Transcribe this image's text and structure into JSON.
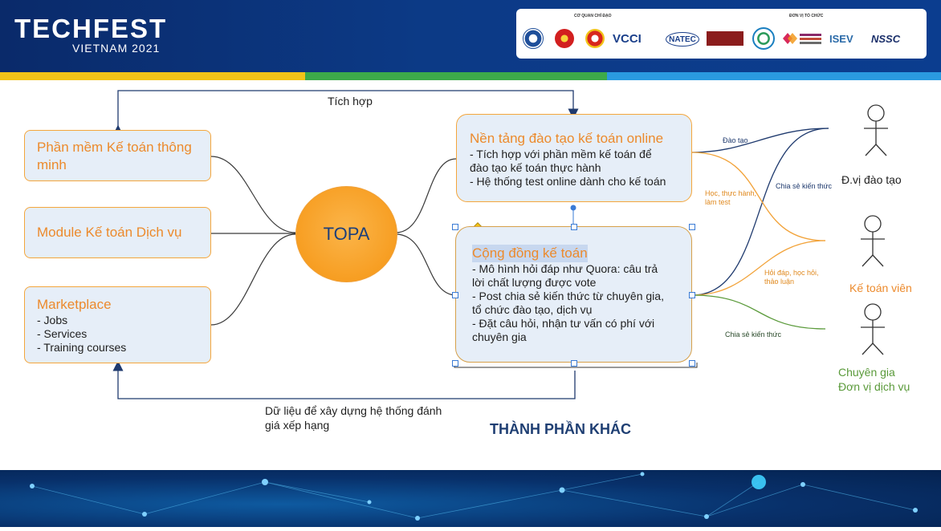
{
  "header": {
    "logo_main": "TECHFEST",
    "logo_sub": "VIETNAM 2021",
    "partners_left_caption": "CƠ QUAN CHỈ ĐẠO",
    "partners_right_caption": "ĐƠN VỊ TỔ CHỨC",
    "partner_vcci": "VCCI",
    "partner_natec": "NATEC",
    "partner_isev": "ISEV",
    "partner_nssc": "NSSC"
  },
  "nodes": {
    "topa": "TOPA",
    "phan_mem": "Phần mềm Kế toán thông minh",
    "module": "Module Kế toán Dịch vụ",
    "marketplace": {
      "title": "Marketplace",
      "items": [
        "- Jobs",
        "- Services",
        "- Training courses"
      ]
    },
    "nen_tang": {
      "title": "Nền tảng đào tạo kế toán online",
      "lines": [
        "- Tích hợp với phần mềm kế toán để",
        "đào tạo kế toán thực hành",
        "- Hệ thống test online dành cho kế toán"
      ]
    },
    "cong_dong": {
      "title": "Cộng đồng kế toán",
      "lines": [
        "- Mô hình hỏi đáp như Quora: câu trả",
        "lời chất lượng được vote",
        "- Post chia sẻ kiến thức từ chuyên gia,",
        "tổ chức đào tạo, dịch vụ",
        "- Đặt câu hỏi, nhận tư vấn có phí với",
        "chuyên gia"
      ]
    }
  },
  "edges": {
    "tich_hop": "Tích hợp",
    "du_lieu": [
      "Dữ liệu để xây dựng hệ thống đánh",
      "giá xếp hạng"
    ],
    "dao_tao": "Đào tạo",
    "chia_se_1": "Chia sẻ kiến thức",
    "hoc_thuc_hanh": [
      "Học, thực hành,",
      "làm test"
    ],
    "hoi_dap": [
      "Hỏi đáp, học hỏi,",
      "thảo luận"
    ],
    "chia_se_2": "Chia sẻ kiến thức"
  },
  "actors": {
    "dv_dao_tao": "Đ.vị đào tạo",
    "ke_toan_vien": "Kế toán viên",
    "chuyen_gia": [
      "Chuyên gia",
      "Đơn vị dịch vụ"
    ]
  },
  "other_components": "THÀNH PHẦN KHÁC",
  "colors": {
    "header_bg": "#0b3580",
    "orange_text": "#ec8a2c",
    "box_fill": "#e6eef8",
    "box_border": "#f4a63c",
    "navy_line": "#1f3a6e",
    "orange_line": "#f2a33a",
    "green_line": "#5a9a3a",
    "stripe_yellow": "#f2c318",
    "stripe_green": "#3daa4a",
    "stripe_blue": "#2a9ae0"
  }
}
